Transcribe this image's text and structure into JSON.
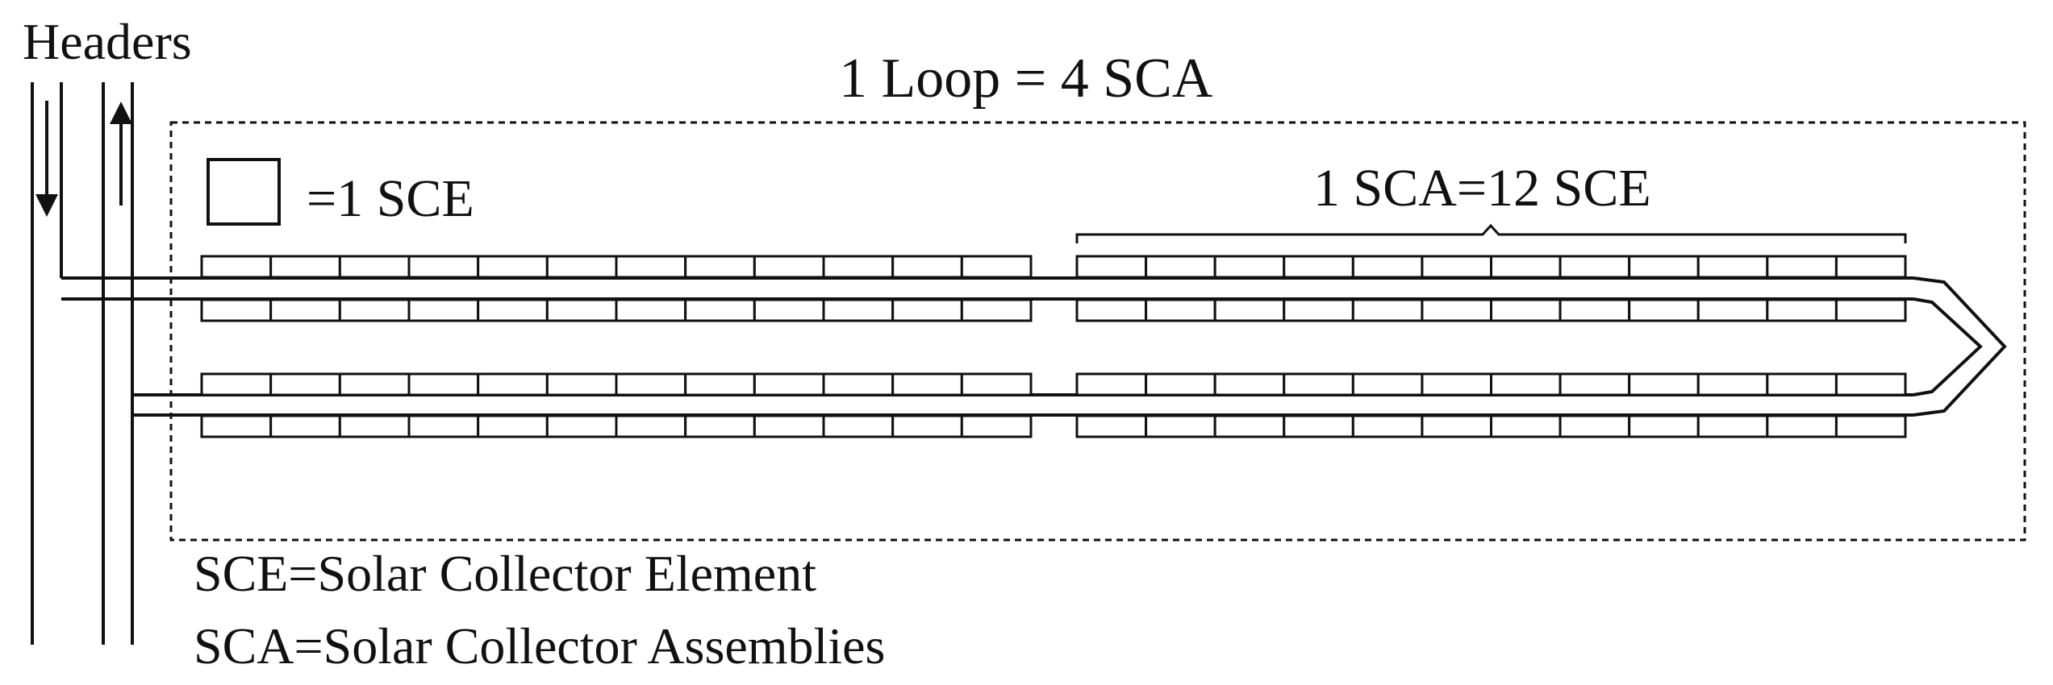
{
  "labels": {
    "headers": "Headers",
    "loop": "1 Loop = 4 SCA",
    "sce_legend": "=1 SCE",
    "sca_count": "1 SCA=12 SCE",
    "sce_definition": "SCE=Solar Collector Element",
    "sca_definition": "SCA=Solar Collector Assemblies"
  },
  "structure": {
    "sca_per_loop": 4,
    "sce_per_sca": 12
  },
  "colors": {
    "stroke": "#111111",
    "background": "#ffffff"
  }
}
